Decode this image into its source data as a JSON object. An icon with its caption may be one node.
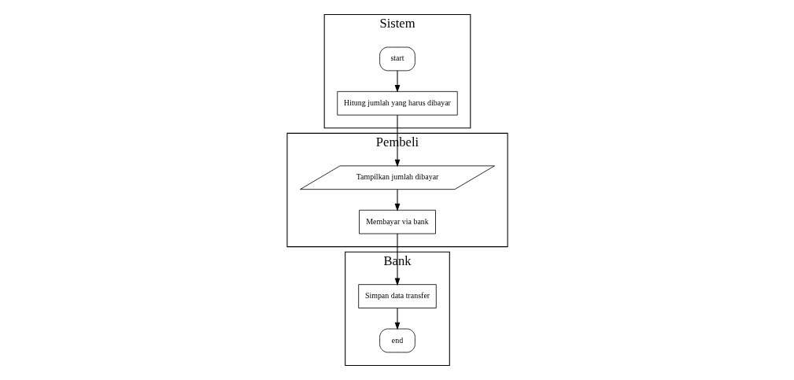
{
  "diagram": {
    "nodes": [
      {
        "text": [
          "Pembeli"
        ]
      },
      {
        "text": [
          "Sistem"
        ]
      },
      {
        "text": [
          "Bank"
        ]
      },
      {
        "text": [
          "start"
        ],
        "in": 1
      },
      {
        "text": [
          "Hitung jumlah yang harus dibayar"
        ],
        "in": 1
      },
      {
        "text": [
          "Tampilkan jumlah dibayar"
        ],
        "in": 0
      },
      {
        "text": [
          "Membayar via bank"
        ],
        "in": 0
      },
      {
        "text": [
          "Simpan data transfer"
        ],
        "in": 2
      },
      {
        "text": [
          "end"
        ],
        "in": 2
      }
    ],
    "edges": [
      {
        "from": 3,
        "to": 4,
        "arrow": "to"
      },
      {
        "from": 4,
        "to": 5,
        "arrow": "to"
      },
      {
        "from": 5,
        "to": 6,
        "arrow": "to"
      },
      {
        "from": 6,
        "to": 7,
        "arrow": "to"
      },
      {
        "from": 7,
        "to": 8,
        "arrow": "to"
      }
    ]
  }
}
